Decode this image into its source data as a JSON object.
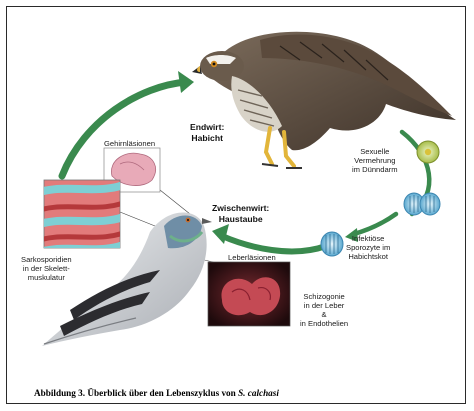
{
  "labels": {
    "definitive_host": "Endwirt:\nHabicht",
    "intermediate_host": "Zwischenwirt:\nHaustaube",
    "brain_lesions": "Gehirnläsionen",
    "liver_lesions": "Leberläsionen",
    "sexual_reproduction": "Sexuelle\nVermehrung\nim Dünndarm",
    "infectious_sporocysts": "Infektiöse\nSporozyte im\nHabichtskot",
    "schizogony": "Schizogonie\nin der Leber\n&\nin Endothelien",
    "sarcosporidia": "Sarkosporidien\nin der Skelett-\nmuskulatur"
  },
  "caption": {
    "prefix": "Abbildung 3. Überblick über den Lebenszyklus von ",
    "species": "S. calchasi"
  },
  "colors": {
    "arrow_green": "#3a8a4e",
    "sporocyst_blue": "#6fb6d8",
    "oocyst_yellow": "#c9d86a",
    "muscle_red": "#c64a4a",
    "muscle_cyan": "#7ecfd4",
    "liver_dark": "#5a1a22"
  }
}
